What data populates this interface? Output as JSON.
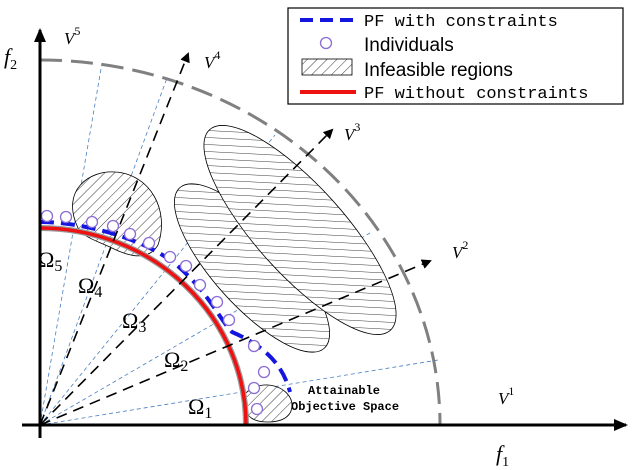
{
  "axes": {
    "x_label": "f",
    "x_label_sub": "1",
    "y_label": "f",
    "y_label_sub": "2"
  },
  "reference_vectors": [
    {
      "label": "V",
      "sup": "1"
    },
    {
      "label": "V",
      "sup": "2"
    },
    {
      "label": "V",
      "sup": "3"
    },
    {
      "label": "V",
      "sup": "4"
    },
    {
      "label": "V",
      "sup": "5"
    }
  ],
  "regions": [
    {
      "label": "Ω",
      "sub": "1"
    },
    {
      "label": "Ω",
      "sub": "2"
    },
    {
      "label": "Ω",
      "sub": "3"
    },
    {
      "label": "Ω",
      "sub": "4"
    },
    {
      "label": "Ω",
      "sub": "5"
    }
  ],
  "attainable_label": {
    "line1": "Attainable",
    "line2": "Objective Space"
  },
  "legend": [
    {
      "label": "PF with constraints",
      "style": "blue-dashed"
    },
    {
      "label": "Individuals",
      "style": "circle"
    },
    {
      "label": "Infeasible regions",
      "style": "hatched"
    },
    {
      "label": "PF without constraints",
      "style": "red-line"
    }
  ],
  "colors": {
    "pf_with_constraints": "#1515e0",
    "pf_without_constraints": "#ee1111",
    "individuals": "#8a6cd6",
    "attainable_boundary": "#808080",
    "subregion_lines": "#4a7fc0",
    "axes": "#000000"
  }
}
